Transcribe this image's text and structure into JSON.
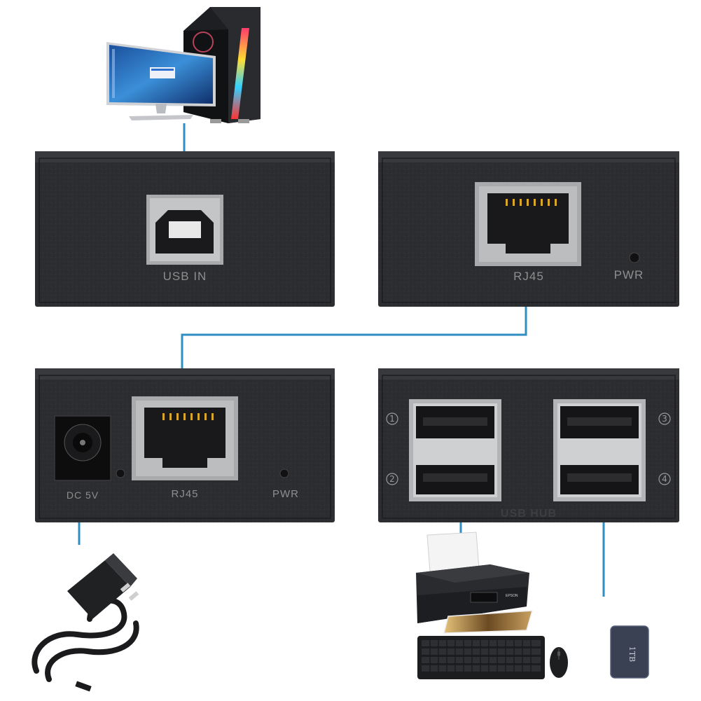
{
  "transmitter": {
    "usb_label": "USB IN",
    "rj45_label": "RJ45",
    "pwr_label": "PWR"
  },
  "receiver_power_side": {
    "dc_label": "DC 5V",
    "rj45_label": "RJ45",
    "pwr_label": "PWR"
  },
  "receiver_hub_side": {
    "hub_label": "USB HUB",
    "port_numbers": [
      "1",
      "2",
      "3",
      "4"
    ]
  },
  "devices": {
    "drive_label": "1TB",
    "printer_brand": "EPSON"
  },
  "colors": {
    "cable": "#2f8fc2",
    "panel": "#2c2d30",
    "port_frame": "#a9aaac"
  }
}
